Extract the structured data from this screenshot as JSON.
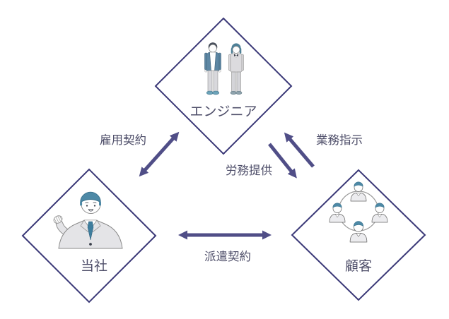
{
  "diagram": {
    "nodes": {
      "engineer": {
        "label": "エンジニア"
      },
      "company": {
        "label": "当社"
      },
      "customer": {
        "label": "顧客"
      }
    },
    "edges": {
      "employment": {
        "label": "雇用契約",
        "from": "当社",
        "to": "エンジニア",
        "direction": "bidirectional"
      },
      "work_instruction": {
        "label": "業務指示",
        "from": "顧客",
        "to": "エンジニア",
        "direction": "one-way"
      },
      "labor_provision": {
        "label": "労務提供",
        "from": "エンジニア",
        "to": "顧客",
        "direction": "one-way"
      },
      "dispatch": {
        "label": "派遣契約",
        "from": "当社",
        "to": "顧客",
        "direction": "bidirectional"
      }
    },
    "icons": {
      "engineer": "two-engineers-standing-icon",
      "company": "presenting-businessman-icon",
      "customer": "customer-network-icon"
    },
    "colors": {
      "background": "#ffffff",
      "diamond_border": "#3a3877",
      "arrow": "#504e87",
      "label_text": "#4f4f6a",
      "illustration_accent_blue": "#4d89a6",
      "illustration_suit_gray": "#e4e4e7"
    }
  }
}
